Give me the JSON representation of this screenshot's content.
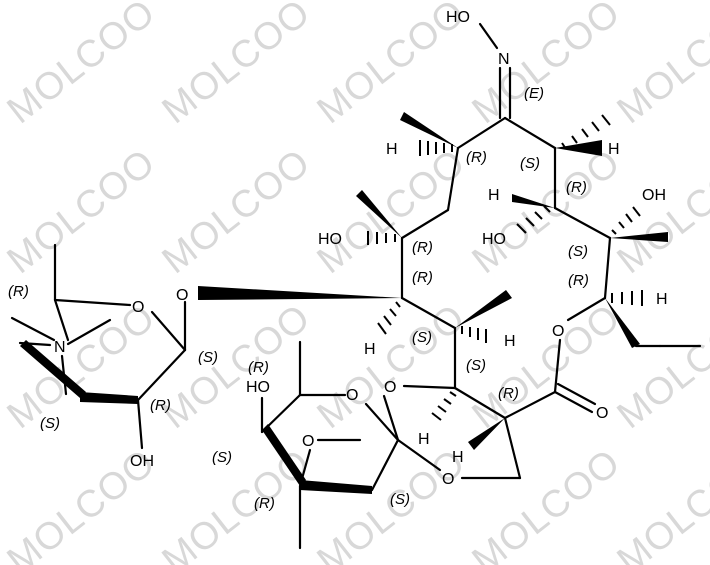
{
  "watermark": {
    "text": "MOLCOO",
    "color": "#d8d8d8"
  },
  "atom_labels": {
    "hydroxyl_oxime": "HO",
    "oxime_n": "N",
    "ho_c10": "HO",
    "ho_c11": "HO",
    "oh_c12": "OH",
    "h_c12_left": "H",
    "h_c8": "H",
    "h_c10": "H",
    "h_c13": "H",
    "h_c3": "H",
    "h_c4": "H",
    "h_c2": "H",
    "h_c1prime": "H",
    "o_glycoside_desosamine": "O",
    "o_desosamine_ring": "O",
    "n_dimethylamino": "N",
    "oh_desosamine": "OH",
    "o_cladinose_ring": "O",
    "oh_cladinose": "HO",
    "o_methoxy": "O",
    "o_lactone_ring": "O",
    "o_carbonyl": "O",
    "o_bridge": "O",
    "o_cladinose_link": "O"
  },
  "stereo_labels": {
    "E_oxime": "(E)",
    "c8": "(R)",
    "c10": "(S)",
    "c11": "(R)",
    "c6": "(R)",
    "c12": "(S)",
    "c5": "(R)",
    "c13": "(R)",
    "c4": "(S)",
    "c3": "(S)",
    "c2": "(R)",
    "des_c5": "(R)",
    "des_c1": "(S)",
    "des_c2": "(R)",
    "des_c3": "(S)",
    "clad_c5": "(R)",
    "clad_c4": "(S)",
    "clad_c3": "(R)",
    "clad_c1": "(S)"
  }
}
